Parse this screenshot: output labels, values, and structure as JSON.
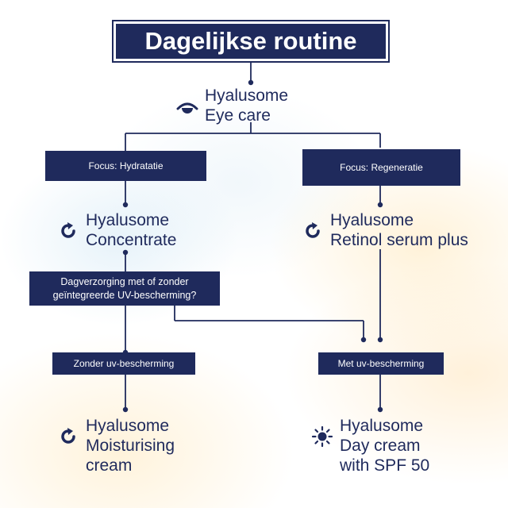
{
  "title": "Dagelijkse routine",
  "eye_care": {
    "line1": "Hyalusome",
    "line2": "Eye care"
  },
  "focus_left": "Focus: Hydratatie",
  "focus_right": "Focus: Regeneratie",
  "concentrate": {
    "line1": "Hyalusome",
    "line2": "Concentrate"
  },
  "retinol": {
    "line1": "Hyalusome",
    "line2": "Retinol serum plus"
  },
  "question": {
    "line1": "Dagverzorging met of zonder",
    "line2": "geïntegreerde UV-bescherming?"
  },
  "without_uv": "Zonder uv-bescherming",
  "with_uv": "Met uv-bescherming",
  "moisturising": {
    "line1": "Hyalusome",
    "line2": "Moisturising",
    "line3": "cream"
  },
  "day_cream": {
    "line1": "Hyalusome",
    "line2": "Day cream",
    "line3": "with SPF 50"
  },
  "colors": {
    "navy": "#1f2a5c",
    "white": "#ffffff"
  },
  "icons": {
    "eye": "eye-icon",
    "refresh": "refresh-icon",
    "sun": "sun-icon"
  }
}
